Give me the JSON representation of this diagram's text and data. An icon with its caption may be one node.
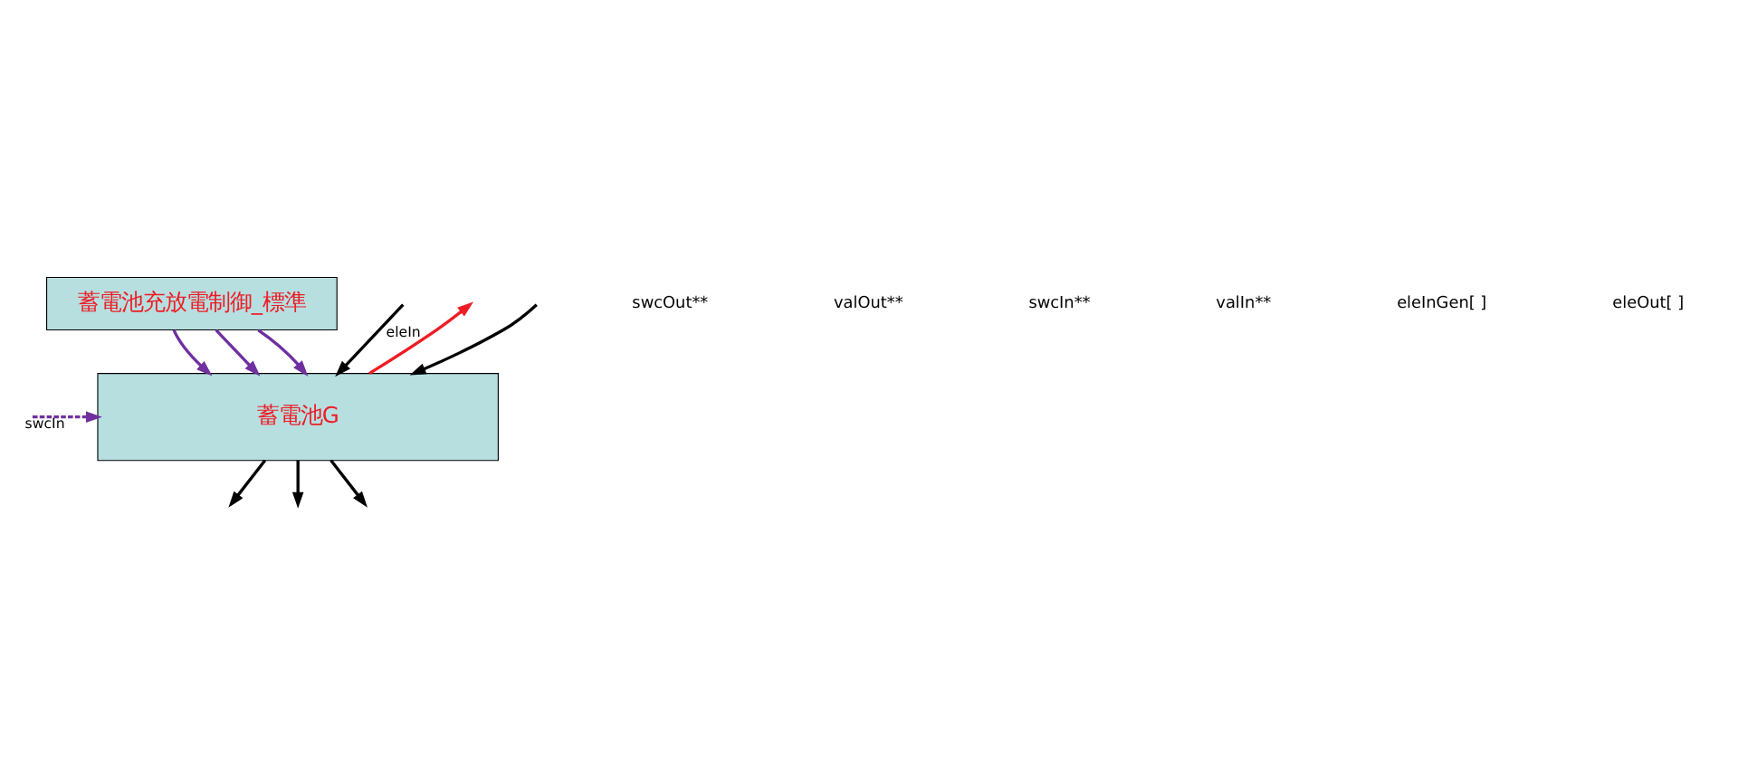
{
  "diagram": {
    "nodes": [
      {
        "text": [
          "蓄電池充放電制御_標準"
        ]
      },
      {
        "text": [
          "蓄電池G"
        ]
      }
    ],
    "edges": [
      {
        "from": 0,
        "to": 1,
        "arrow": "to",
        "color": "#7030a0"
      },
      {
        "from": 0,
        "to": 1,
        "arrow": "to",
        "color": "#7030a0"
      },
      {
        "from": 0,
        "to": 1,
        "arrow": "to",
        "color": "#7030a0"
      },
      {
        "from": null,
        "to": 1,
        "arrow": "to"
      },
      {
        "from": 1,
        "to": null,
        "arrow": "to",
        "label": "eleIn",
        "color": "#ee1c25"
      },
      {
        "from": null,
        "to": 1,
        "arrow": "to"
      },
      {
        "from": null,
        "to": 1,
        "arrow": "to",
        "label": "swcIn",
        "style": "dashed",
        "color": "#7030a0"
      },
      {
        "from": 1,
        "to": null,
        "arrow": "to"
      },
      {
        "from": 1,
        "to": null,
        "arrow": "to"
      },
      {
        "from": 1,
        "to": null,
        "arrow": "to"
      }
    ],
    "labels": [
      "swcOut**",
      "valOut**",
      "swcIn**",
      "valIn**",
      "eleInGen[ ]",
      "eleOut[ ]"
    ]
  }
}
